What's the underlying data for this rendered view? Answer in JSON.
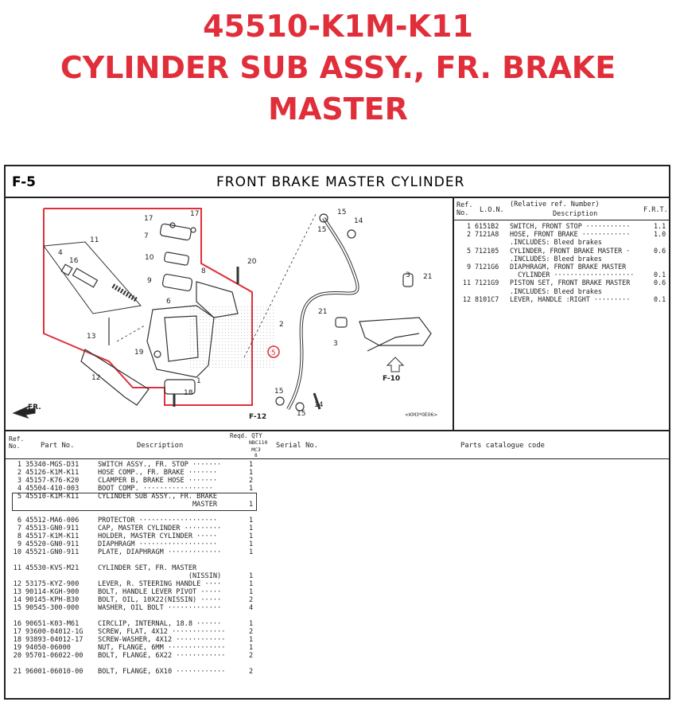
{
  "header": {
    "line1": "45510-K1M-K11",
    "line2": "CYLINDER SUB ASSY., FR. BRAKE",
    "line3": "MASTER"
  },
  "colors": {
    "title": "#e02f3a",
    "highlight_box": "#e02f3a",
    "ink": "#222222"
  },
  "section": {
    "code": "F-5",
    "title": "FRONT BRAKE MASTER CYLINDER"
  },
  "diagram": {
    "callouts": [
      "17",
      "17",
      "7",
      "11",
      "10",
      "4",
      "16",
      "9",
      "8",
      "20",
      "6",
      "13",
      "19",
      "12",
      "1",
      "18",
      "15",
      "14",
      "15",
      "3",
      "21",
      "2",
      "21",
      "3",
      "5",
      "15",
      "14",
      "15"
    ],
    "fr_label": "FR.",
    "ref_f12": "F-12",
    "ref_f10": "F-10",
    "drawing_code": "<KM3*0E06>"
  },
  "ref_table": {
    "headers": {
      "ref_no": "Ref.\nNo.",
      "lon": "L.O.N.",
      "desc_top": "(Relative ref. Number)",
      "desc": "Description",
      "frt": "F.R.T."
    },
    "rows": [
      {
        "ref": "1",
        "lon": "6151B2",
        "desc": "SWITCH, FRONT STOP ···········",
        "frt": "1.1"
      },
      {
        "ref": "2",
        "lon": "7121A8",
        "desc": "HOSE, FRONT BRAKE ············",
        "frt": "1.0"
      },
      {
        "ref": "",
        "lon": "",
        "desc": ".INCLUDES: Bleed brakes",
        "frt": ""
      },
      {
        "ref": "5",
        "lon": "712105",
        "desc": "CYLINDER, FRONT BRAKE MASTER ·",
        "frt": "0.6"
      },
      {
        "ref": "",
        "lon": "",
        "desc": ".INCLUDES: Bleed brakes",
        "frt": ""
      },
      {
        "ref": "9",
        "lon": "7121G6",
        "desc": "DIAPHRAGM, FRONT BRAKE MASTER",
        "frt": ""
      },
      {
        "ref": "",
        "lon": "",
        "desc": "  CYLINDER ····················",
        "frt": "0.1"
      },
      {
        "ref": "11",
        "lon": "7121G9",
        "desc": "PISTON SET, FRONT BRAKE MASTER",
        "frt": "0.6"
      },
      {
        "ref": "",
        "lon": "",
        "desc": ".INCLUDES: Bleed brakes",
        "frt": ""
      },
      {
        "ref": "12",
        "lon": "8101C7",
        "desc": "LEVER, HANDLE :RIGHT ·········",
        "frt": "0.1"
      }
    ]
  },
  "parts_table": {
    "headers": {
      "ref_no": "Ref.\nNo.",
      "part_no": "Part No.",
      "description": "Description",
      "qty": "Reqd. QTY",
      "model": "NBC110",
      "model2": "MC3",
      "model3": "8",
      "serial": "Serial No.",
      "catalogue": "Parts catalogue code"
    },
    "rows": [
      {
        "ref": "1",
        "part": "35340-MGS-D31",
        "desc": "SWITCH ASSY., FR. STOP ·······",
        "qty": "1",
        "gap": false
      },
      {
        "ref": "2",
        "part": "45126-K1M-K11",
        "desc": "HOSE COMP., FR. BRAKE ·······",
        "qty": "1",
        "gap": false
      },
      {
        "ref": "3",
        "part": "45157-K76-K20",
        "desc": "CLAMPER B, BRAKE HOSE ·······",
        "qty": "2",
        "gap": false
      },
      {
        "ref": "4",
        "part": "45504-410-003",
        "desc": "BOOT COMP. ·················",
        "qty": "1",
        "gap": false
      },
      {
        "ref": "5",
        "part": "45510-K1M-K11",
        "desc": "CYLINDER SUB ASSY., FR. BRAKE",
        "qty": "",
        "gap": false
      },
      {
        "ref": "",
        "part": "",
        "desc": "                       MASTER",
        "qty": "1",
        "gap": false
      },
      {
        "ref": "6",
        "part": "45512-MA6-006",
        "desc": "PROTECTOR ···················",
        "qty": "1",
        "gap": true
      },
      {
        "ref": "7",
        "part": "45513-GN0-911",
        "desc": "CAP, MASTER CYLINDER ·········",
        "qty": "1",
        "gap": false
      },
      {
        "ref": "8",
        "part": "45517-K1M-K11",
        "desc": "HOLDER, MASTER CYLINDER ·····",
        "qty": "1",
        "gap": false
      },
      {
        "ref": "9",
        "part": "45520-GN0-911",
        "desc": "DIAPHRAGM ···················",
        "qty": "1",
        "gap": false
      },
      {
        "ref": "10",
        "part": "45521-GN0-911",
        "desc": "PLATE, DIAPHRAGM ·············",
        "qty": "1",
        "gap": false
      },
      {
        "ref": "11",
        "part": "45530-KVS-M21",
        "desc": "CYLINDER SET, FR. MASTER",
        "qty": "",
        "gap": true
      },
      {
        "ref": "",
        "part": "",
        "desc": "                      (NISSIN)",
        "qty": "1",
        "gap": false
      },
      {
        "ref": "12",
        "part": "53175-KYZ-900",
        "desc": "LEVER, R. STEERING HANDLE ····",
        "qty": "1",
        "gap": false
      },
      {
        "ref": "13",
        "part": "90114-KGH-900",
        "desc": "BOLT, HANDLE LEVER PIVOT ·····",
        "qty": "1",
        "gap": false
      },
      {
        "ref": "14",
        "part": "90145-KPH-B30",
        "desc": "BOLT, OIL, 10X22(NISSIN) ·····",
        "qty": "2",
        "gap": false
      },
      {
        "ref": "15",
        "part": "90545-300-000",
        "desc": "WASHER, OIL BOLT ·············",
        "qty": "4",
        "gap": false
      },
      {
        "ref": "16",
        "part": "90651-K03-M61",
        "desc": "CIRCLIP, INTERNAL, 18.8 ······",
        "qty": "1",
        "gap": true
      },
      {
        "ref": "17",
        "part": "93600-04012-1G",
        "desc": "SCREW, FLAT, 4X12 ·············",
        "qty": "2",
        "gap": false
      },
      {
        "ref": "18",
        "part": "93893-04012-17",
        "desc": "SCREW-WASHER, 4X12 ············",
        "qty": "1",
        "gap": false
      },
      {
        "ref": "19",
        "part": "94050-06000",
        "desc": "NUT, FLANGE, 6MM ··············",
        "qty": "1",
        "gap": false
      },
      {
        "ref": "20",
        "part": "95701-06022-00",
        "desc": "BOLT, FLANGE, 6X22 ············",
        "qty": "2",
        "gap": false
      },
      {
        "ref": "21",
        "part": "96001-06010-00",
        "desc": "BOLT, FLANGE, 6X10 ············",
        "qty": "2",
        "gap": true
      }
    ]
  }
}
